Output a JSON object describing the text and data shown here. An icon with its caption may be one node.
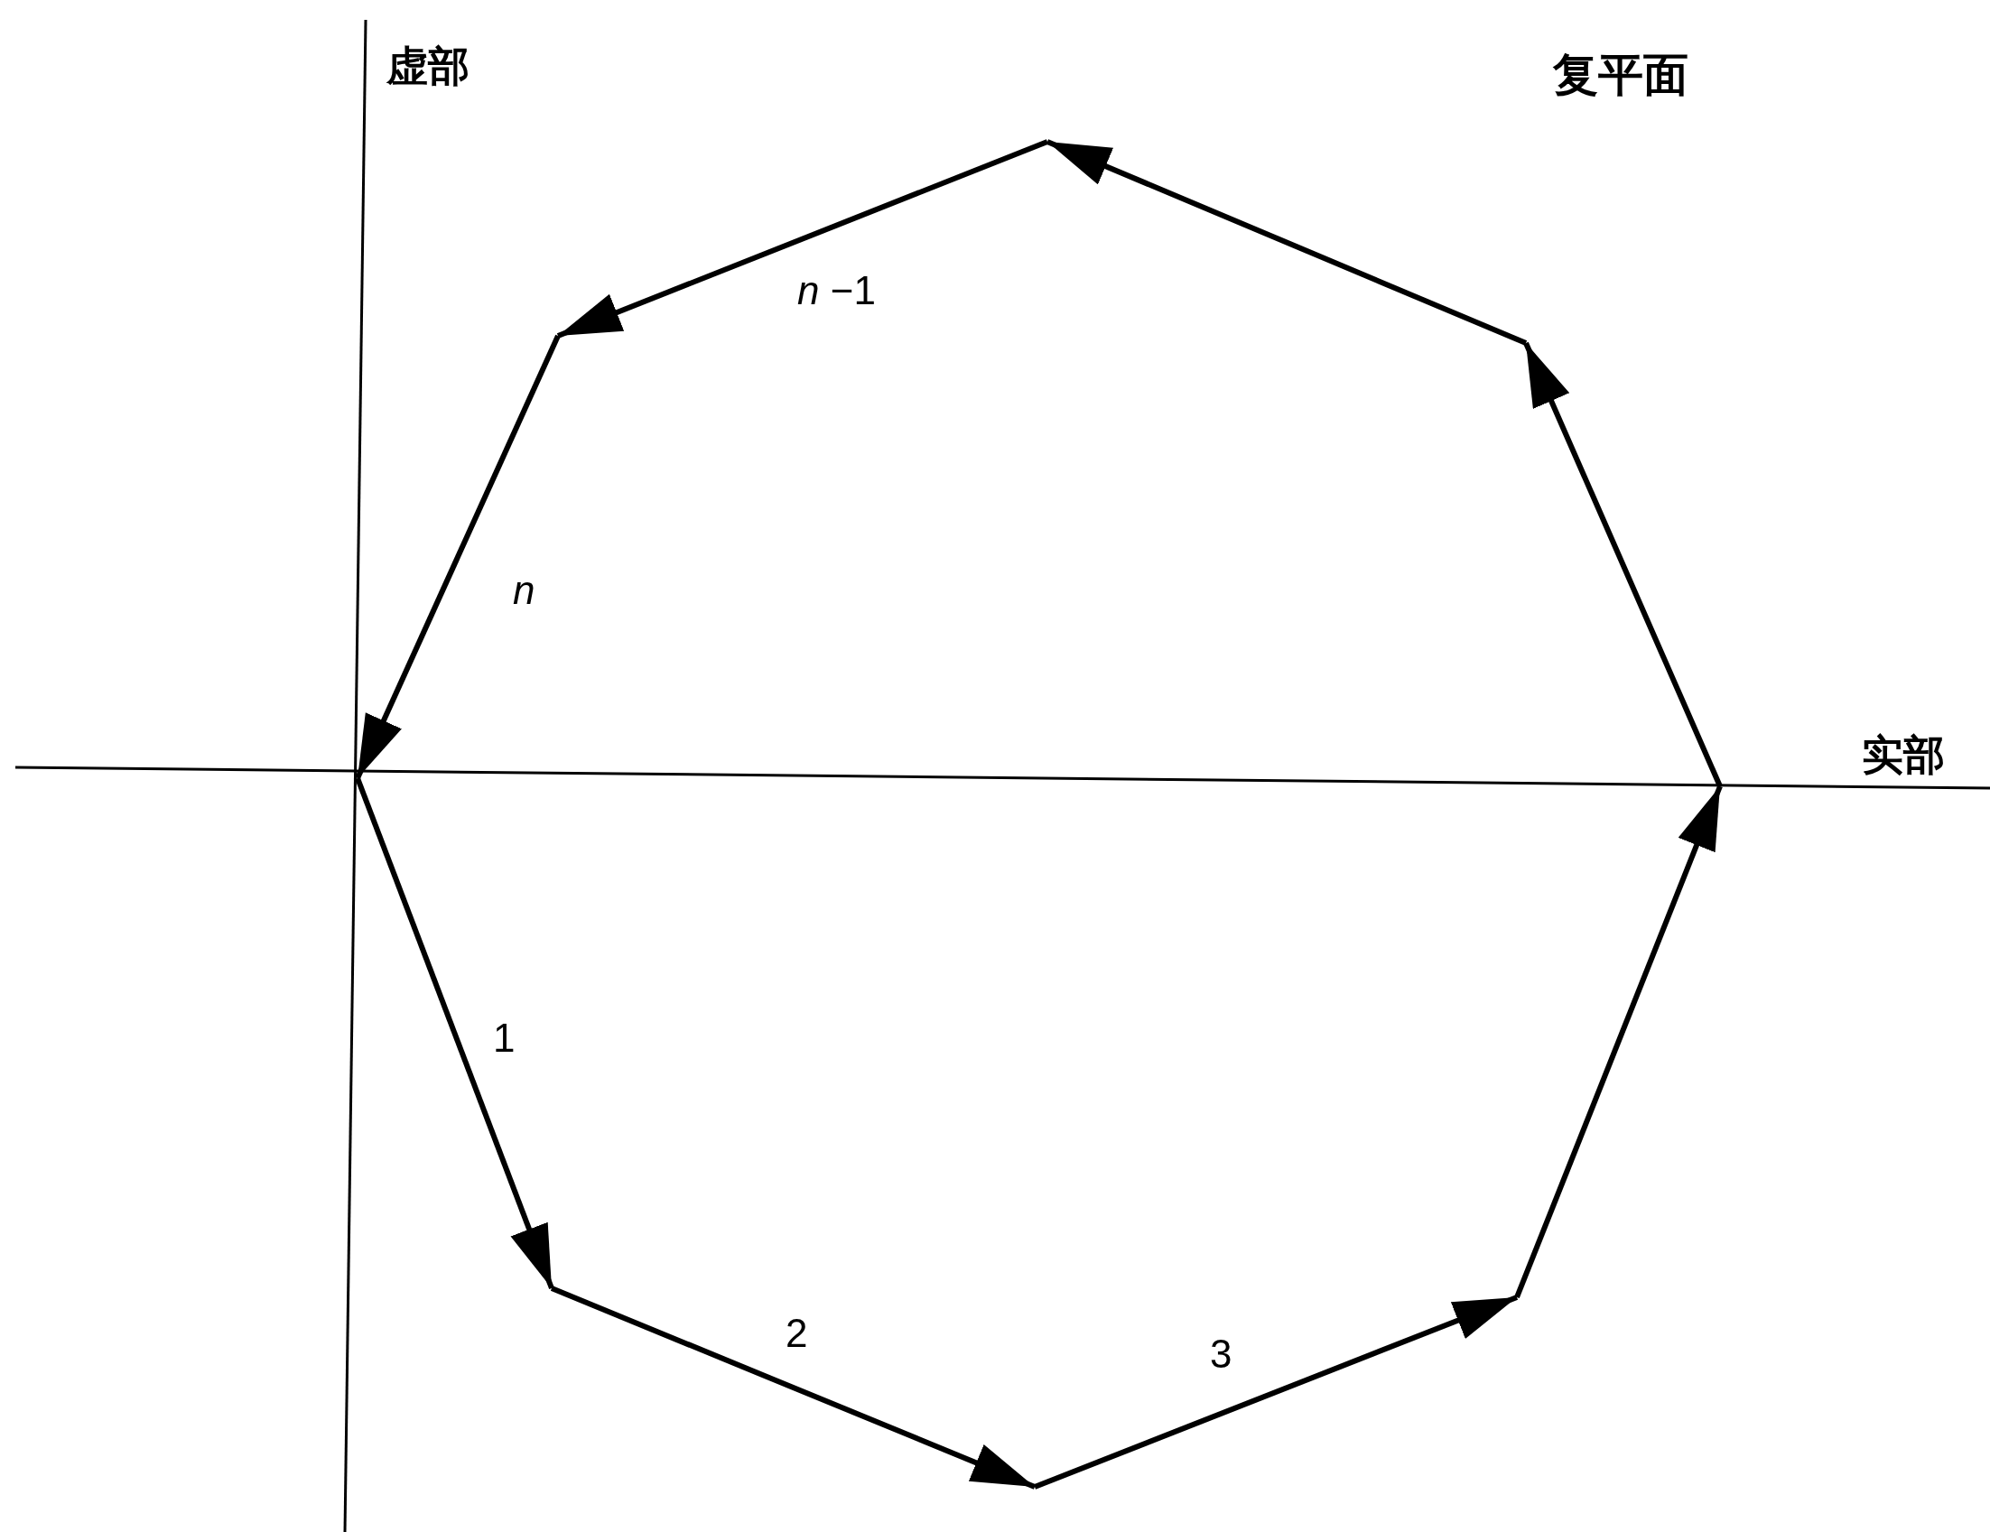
{
  "diagram": {
    "title": "复平面",
    "labels": [
      "虚部",
      "实部",
      "*n* −1",
      "n",
      "1",
      "2",
      "3"
    ]
  }
}
